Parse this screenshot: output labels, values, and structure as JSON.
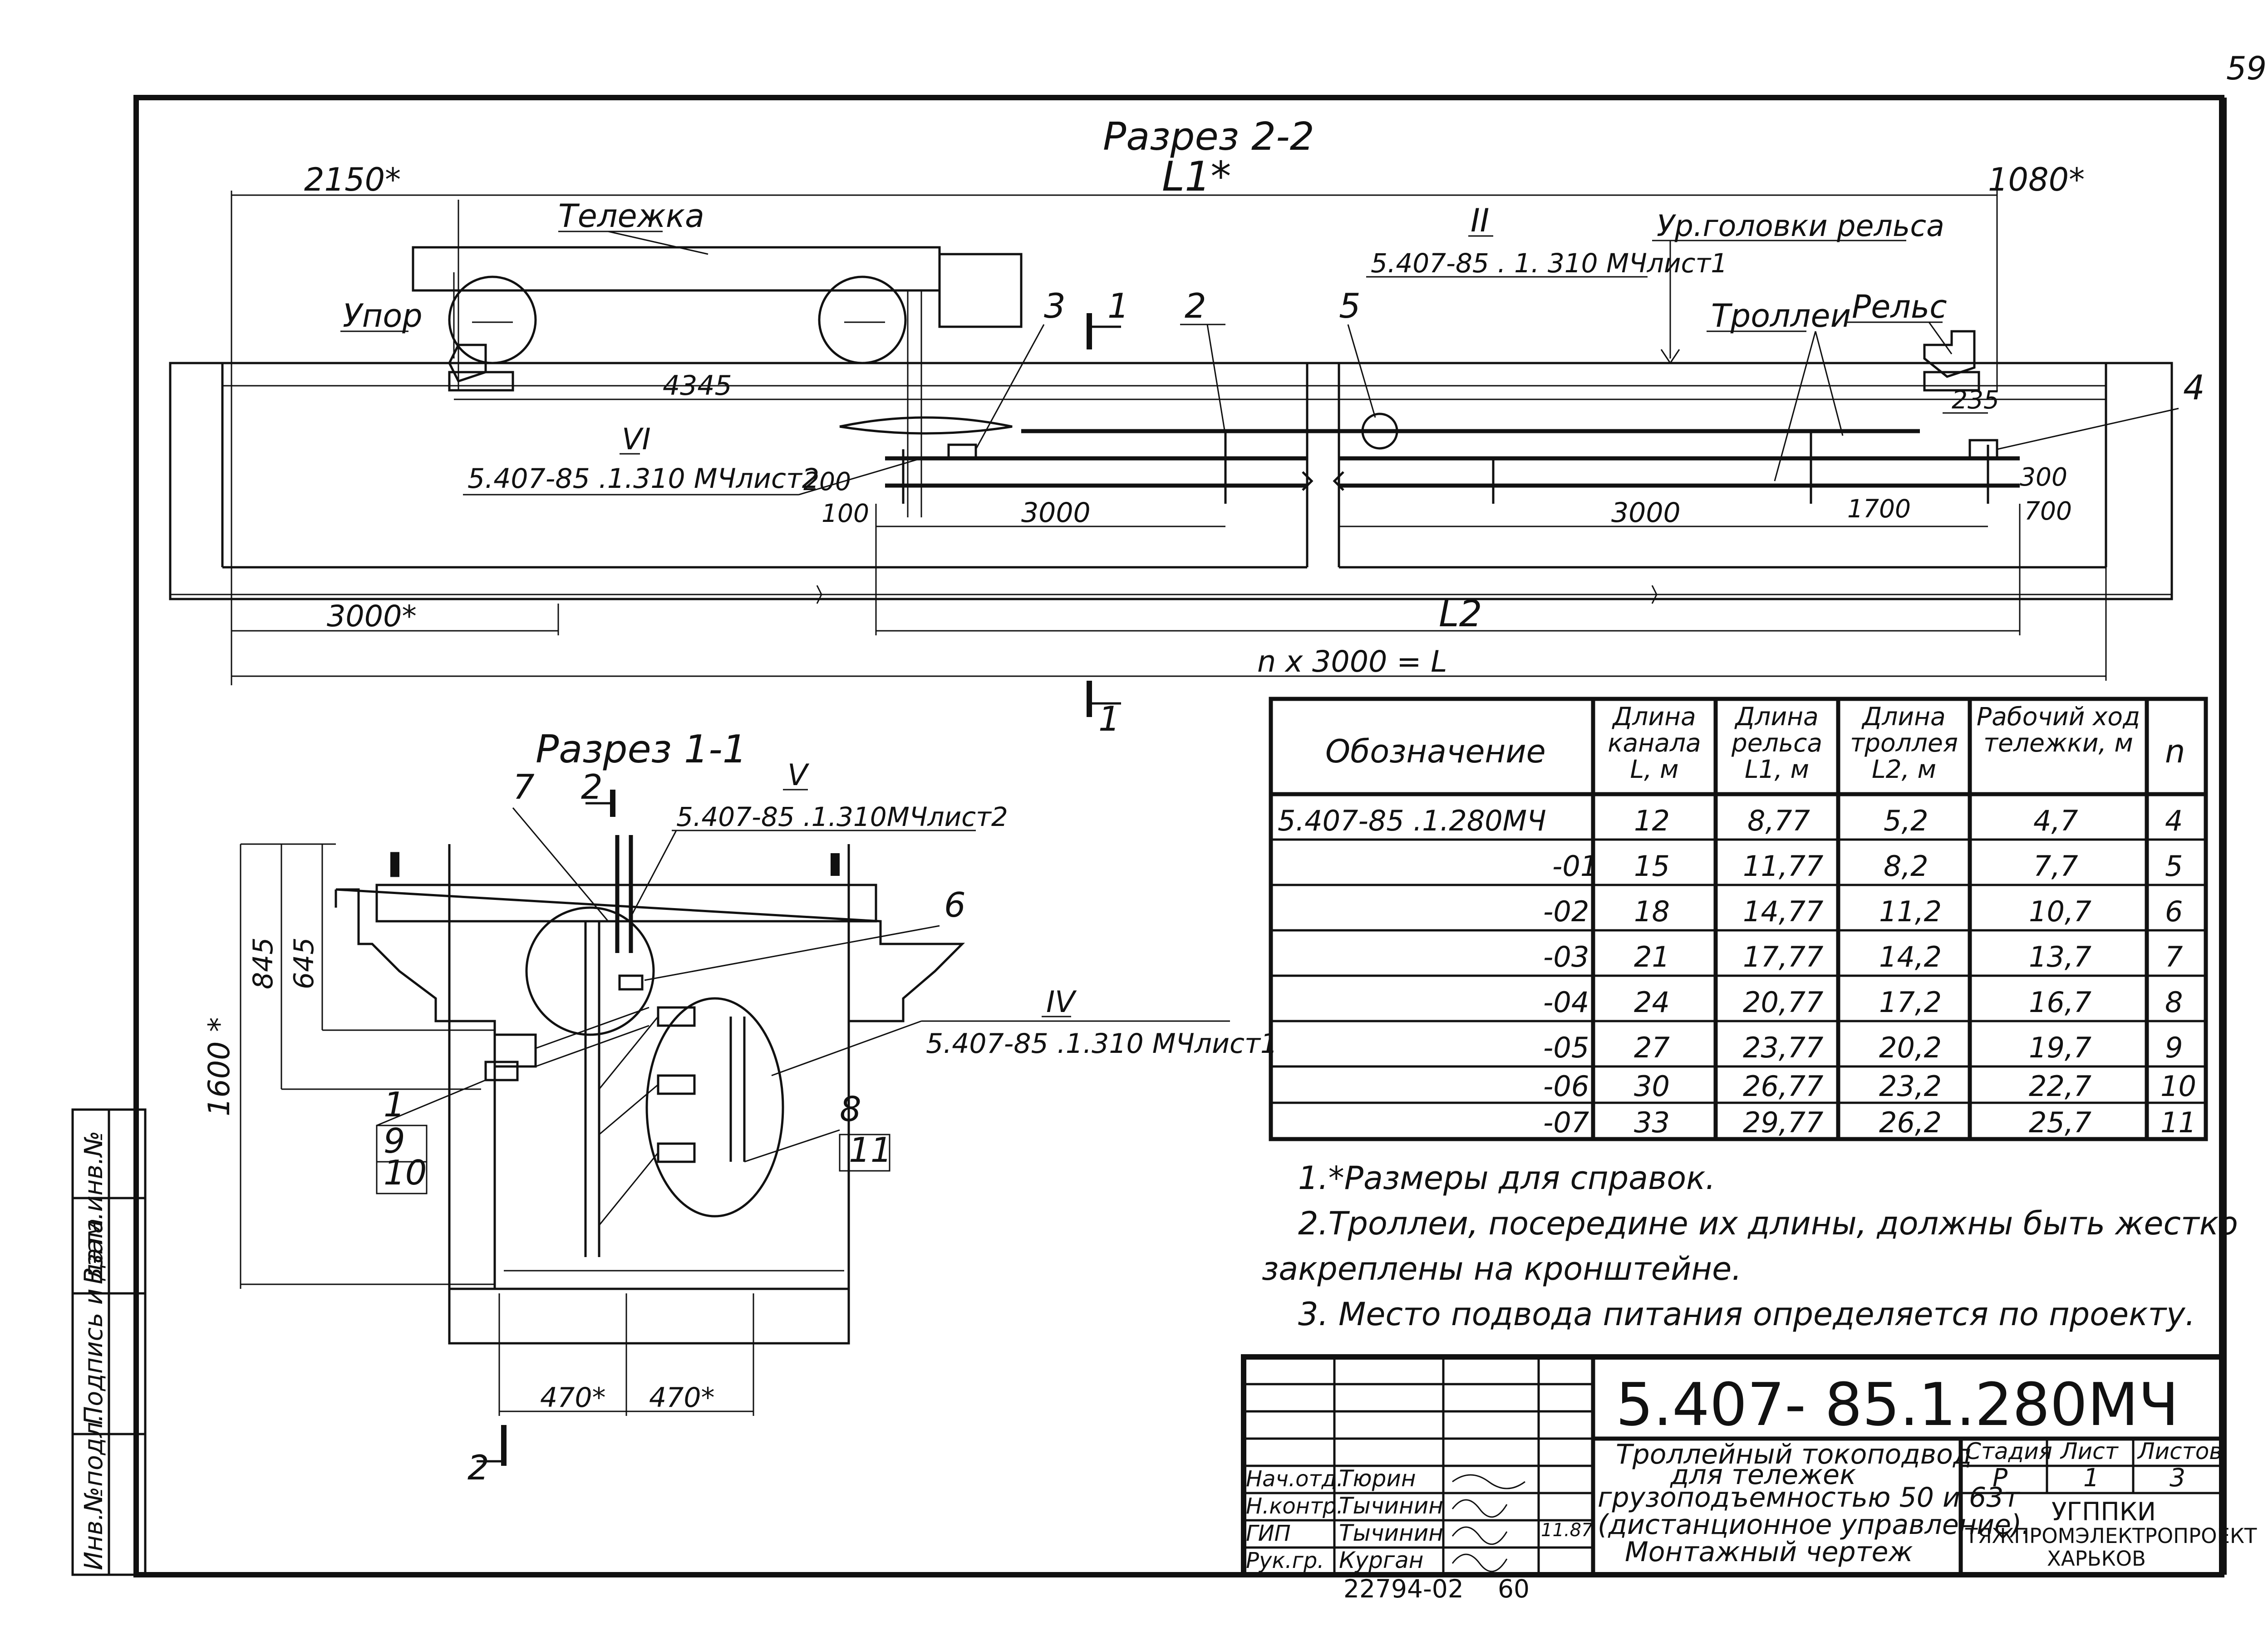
{
  "page_corner": "59",
  "section_2_2": {
    "title": "Разрез 2-2",
    "dim_top_left": "2150*",
    "dim_top_mid": "L1*",
    "dim_top_right": "1080*",
    "lbl_trolley": "Тележка",
    "lbl_stop": "Упор",
    "lbl_rail_level": "Ур.головки рельса",
    "lbl_trolleys": "Троллеи",
    "lbl_rail": "Рельс",
    "ref_II_mark": "II",
    "ref_II_doc": "5.407-85 . 1. 310 МЧлист1",
    "ref_VI_mark": "VI",
    "ref_VI_doc": "5.407-85 .1.310 МЧлист2",
    "dim_4345": "4345",
    "dim_235": "235",
    "dim_200": "200",
    "dim_100": "100",
    "dim_3000a": "3000",
    "dim_3000b": "3000",
    "dim_1700": "1700",
    "dim_300": "300",
    "dim_700": "700",
    "dim_3000_star": "3000*",
    "dim_L2": "L2",
    "dim_total": "n x 3000 = L",
    "pos_1": "1",
    "pos_2": "2",
    "pos_3": "3",
    "pos_4": "4",
    "pos_5": "5",
    "cut_mark": "1"
  },
  "section_1_1": {
    "title": "Разрез 1-1",
    "pos_7": "7",
    "pos_2": "2",
    "ref_V_mark": "V",
    "ref_V_doc": "5.407-85 .1.310МЧлист2",
    "pos_6": "6",
    "ref_IV_mark": "IV",
    "ref_IV_doc": "5.407-85 .1.310 МЧлист1",
    "pos_8": "8",
    "pos_11": "11",
    "pos_1": "1",
    "pos_9": "9",
    "pos_10": "10",
    "dim_845": "845",
    "dim_645": "645",
    "dim_1600": "1600 *",
    "dim_470a": "470*",
    "dim_470b": "470*",
    "cut_mark": "2"
  },
  "table": {
    "headers": [
      "Обозначение",
      "Длина канала L, м",
      "Длина рельса L1, м",
      "Длина троллея L2, м",
      "Рабочий ход тележки, м",
      "n"
    ],
    "rows": [
      [
        "5.407-85 .1.280МЧ",
        "12",
        "8,77",
        "5,2",
        "4,7",
        "4"
      ],
      [
        "-01",
        "15",
        "11,77",
        "8,2",
        "7,7",
        "5"
      ],
      [
        "-02",
        "18",
        "14,77",
        "11,2",
        "10,7",
        "6"
      ],
      [
        "-03",
        "21",
        "17,77",
        "14,2",
        "13,7",
        "7"
      ],
      [
        "-04",
        "24",
        "20,77",
        "17,2",
        "16,7",
        "8"
      ],
      [
        "-05",
        "27",
        "23,77",
        "20,2",
        "19,7",
        "9"
      ],
      [
        "-06",
        "30",
        "26,77",
        "23,2",
        "22,7",
        "10"
      ],
      [
        "-07",
        "33",
        "29,77",
        "26,2",
        "25,7",
        "11"
      ]
    ]
  },
  "notes": [
    "1.*Размеры для справок.",
    "2.Троллеи, посередине их длины, должны быть жестко",
    "закреплены на кронштейне.",
    "3. Место подвода питания определяется по проекту."
  ],
  "title_block": {
    "doc_code": "5.407- 85.1.280МЧ",
    "title_1": "Троллейный токоподвод",
    "title_2": "для тележек",
    "title_3": "грузоподъемностью 50 и 63т",
    "title_4": "(дистанционное управление).",
    "title_5": "Монтажный чертеж",
    "stage_hdr": "Стадия",
    "sheet_hdr": "Лист",
    "sheets_hdr": "Листов",
    "stage_val": "Р",
    "sheet_val": "1",
    "sheets_val": "3",
    "org_1": "УГППКИ",
    "org_2": "ТЯЖПРОМЭЛЕКТРОПРОЕКТ",
    "org_3": "ХАРЬКОВ",
    "roles": [
      "Нач.отд.",
      "Н.контр.",
      "ГИП",
      "Рук.гр."
    ],
    "names": [
      "Тюрин",
      "Тычинин",
      "Тычинин",
      "Курган"
    ],
    "date": "11.87",
    "archive": "22794-02",
    "page": "60"
  },
  "left_strip": {
    "field_1": "Инв.№подл.",
    "field_2": "Подпись и дата",
    "field_3": "Взам.инв.№"
  }
}
